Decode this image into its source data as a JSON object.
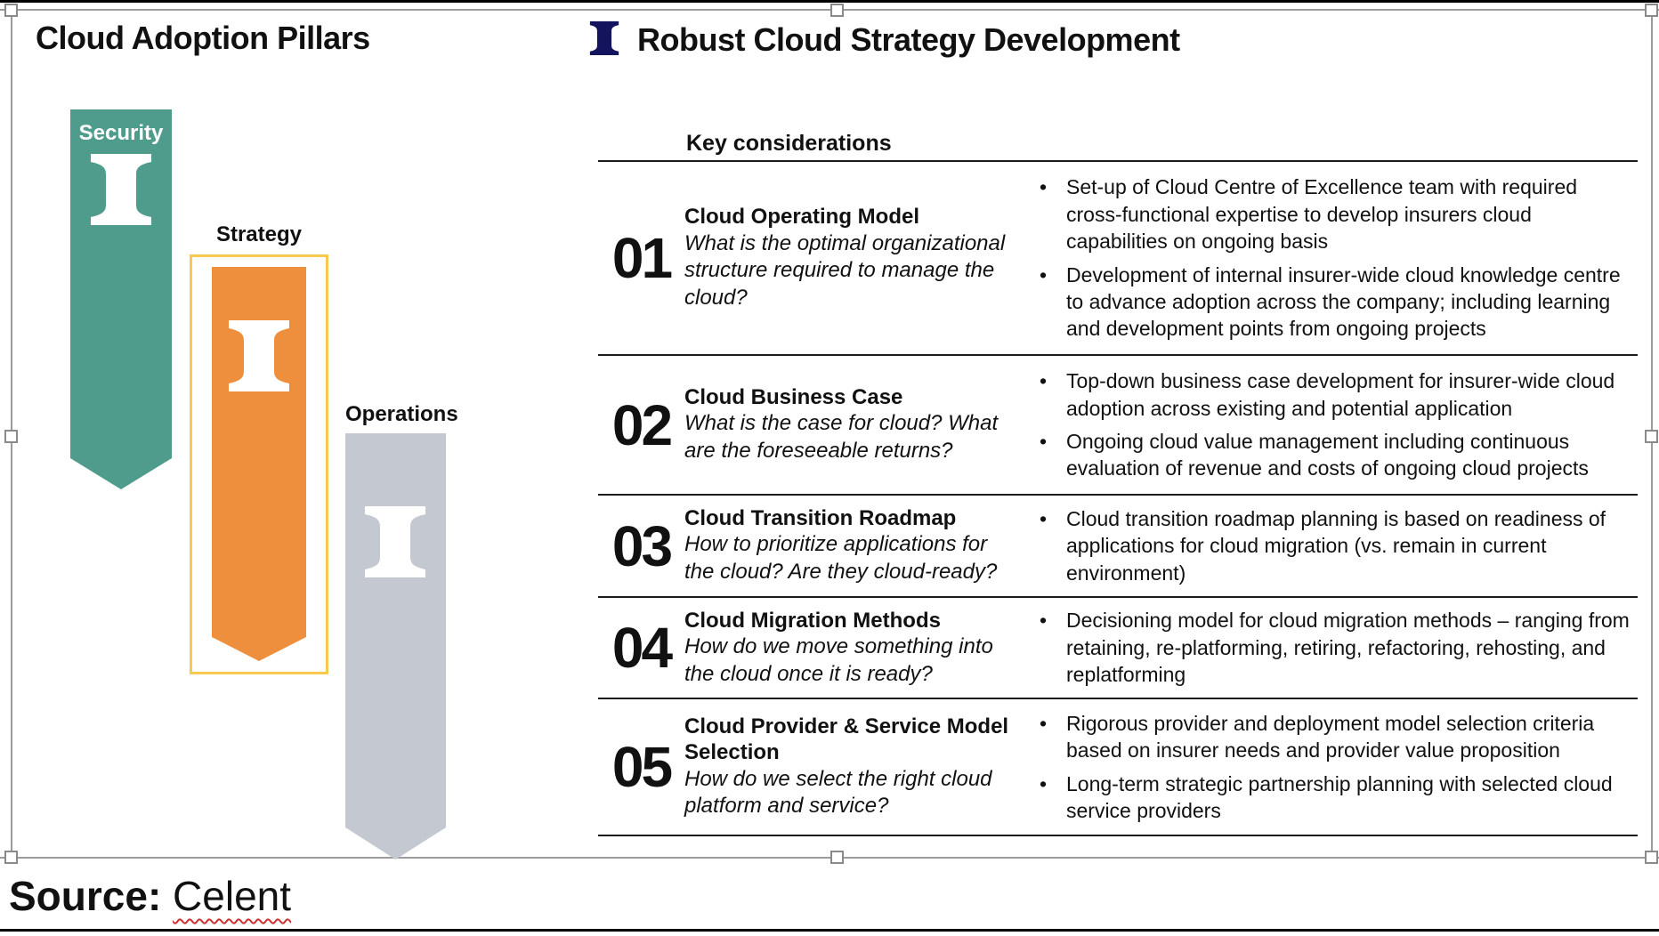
{
  "left_panel": {
    "title": "Cloud Adoption Pillars",
    "pillars": [
      {
        "label": "Security",
        "color": "#4F9C8D",
        "icon": "column-pillar-icon",
        "highlighted": false
      },
      {
        "label": "Strategy",
        "color": "#EE8F3D",
        "icon": "column-pillar-icon",
        "highlighted": true,
        "highlight_color": "#F9C84E"
      },
      {
        "label": "Operations",
        "color": "#C3C8D1",
        "icon": "column-pillar-icon",
        "highlighted": false
      }
    ]
  },
  "right_panel": {
    "title": "Robust Cloud Strategy Development",
    "icon": "column-pillar-icon",
    "icon_color": "#14145E",
    "table": {
      "header": "Key considerations",
      "rows": [
        {
          "number": "01",
          "title": "Cloud Operating Model",
          "question": "What is the optimal organizational structure required to manage the cloud?",
          "bullets": [
            "Set-up of Cloud Centre of Excellence team with required cross-functional expertise to develop insurers cloud capabilities on ongoing basis",
            "Development of internal insurer-wide cloud knowledge centre to advance adoption across the company; including learning and development points from ongoing projects"
          ]
        },
        {
          "number": "02",
          "title": "Cloud Business Case",
          "question": "What is the case for cloud? What are the foreseeable returns?",
          "bullets": [
            "Top-down business case development for insurer-wide cloud adoption across existing and potential application",
            "Ongoing cloud value management including continuous evaluation of revenue and costs of ongoing cloud projects"
          ]
        },
        {
          "number": "03",
          "title": "Cloud Transition Roadmap",
          "question": "How to prioritize applications for the cloud? Are they cloud-ready?",
          "bullets": [
            "Cloud transition roadmap planning is based on readiness of applications for cloud migration (vs. remain in current environment)"
          ]
        },
        {
          "number": "04",
          "title": "Cloud Migration Methods",
          "question": "How do we move something into the cloud once it is ready?",
          "bullets": [
            "Decisioning model for cloud migration methods – ranging from retaining, re-platforming, retiring, refactoring, rehosting, and replatforming"
          ]
        },
        {
          "number": "05",
          "title": "Cloud Provider & Service Model Selection",
          "question": "How do we select the right cloud platform and service?",
          "bullets": [
            "Rigorous provider and deployment model selection criteria based on insurer needs and provider value proposition",
            "Long-term strategic partnership planning with selected cloud service providers"
          ]
        }
      ]
    }
  },
  "footer": {
    "source_label": "Source:",
    "source_value": "Celent"
  }
}
